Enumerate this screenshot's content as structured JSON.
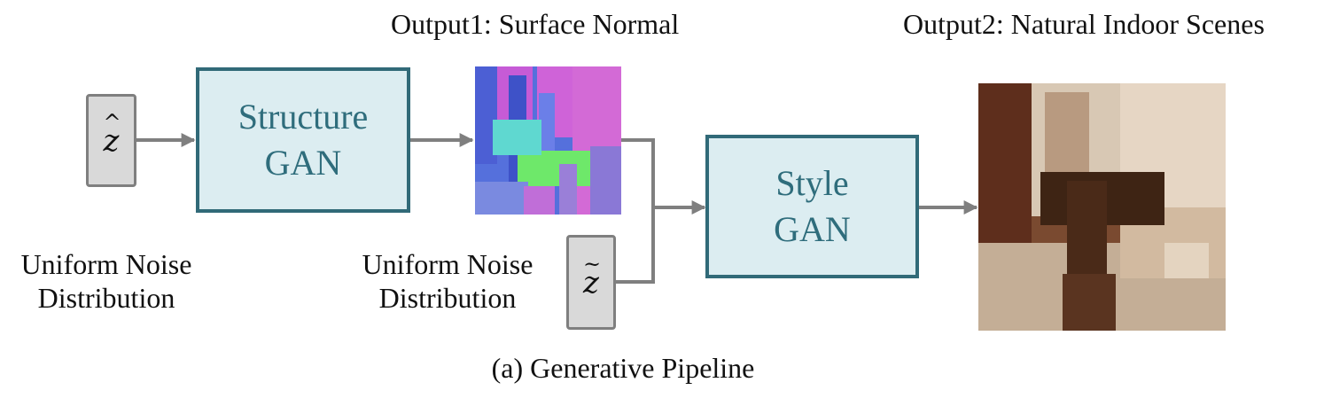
{
  "output1_label": "Output1: Surface Normal",
  "output2_label": "Output2: Natural Indoor Scenes",
  "noise1": {
    "symbol": "z",
    "accent": "^",
    "caption_line1": "Uniform Noise",
    "caption_line2": "Distribution"
  },
  "noise2": {
    "symbol": "z",
    "accent": "~",
    "caption_line1": "Uniform Noise",
    "caption_line2": "Distribution"
  },
  "structure_gan": {
    "line1": "Structure",
    "line2": "GAN"
  },
  "style_gan": {
    "line1": "Style",
    "line2": "GAN"
  },
  "caption": "(a) Generative Pipeline",
  "colors": {
    "gan_fill": "#dcedf1",
    "gan_border": "#316a78",
    "gan_text": "#2f6d7c",
    "noise_fill": "#d9d9d9",
    "arrow": "#7f7f7f"
  }
}
